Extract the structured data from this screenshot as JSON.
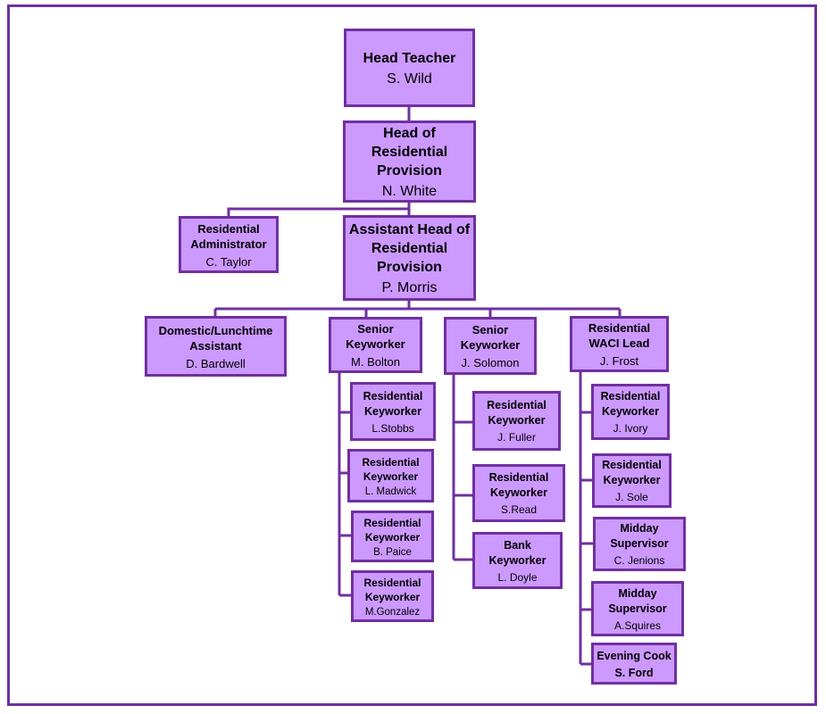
{
  "colors": {
    "box_fill": "#cc99ff",
    "box_border": "#7030a0",
    "connector": "#7030a0",
    "frame": "#7030a0"
  },
  "nodes": {
    "head_teacher": {
      "title": "Head Teacher",
      "name": "S. Wild"
    },
    "head_residential": {
      "title": "Head of Residential Provision",
      "name": "N. White"
    },
    "residential_admin": {
      "title": "Residential Administrator",
      "name": "C. Taylor"
    },
    "assistant_head": {
      "title": "Assistant Head of Residential Provision",
      "name": "P. Morris"
    },
    "domestic_assistant": {
      "title": "Domestic/Lunchtime Assistant",
      "name": "D. Bardwell"
    },
    "senior_keyworker_bolton": {
      "title": "Senior Keyworker",
      "name": "M. Bolton"
    },
    "senior_keyworker_solomon": {
      "title": "Senior Keyworker",
      "name": "J. Solomon"
    },
    "waci_lead": {
      "title": "Residential WACI Lead",
      "name": "J. Frost"
    },
    "kw_stobbs": {
      "title": "Residential Keyworker",
      "name": "L.Stobbs"
    },
    "kw_madwick": {
      "title": "Residential Keyworker",
      "name": "L. Madwick"
    },
    "kw_paice": {
      "title": "Residential Keyworker",
      "name": "B. Paice"
    },
    "kw_gonzalez": {
      "title": "Residential Keyworker",
      "name": "M.Gonzalez"
    },
    "kw_fuller": {
      "title": "Residential Keyworker",
      "name": "J. Fuller"
    },
    "kw_read": {
      "title": "Residential Keyworker",
      "name": "S.Read"
    },
    "bank_doyle": {
      "title": "Bank Keyworker",
      "name": "L. Doyle"
    },
    "kw_ivory": {
      "title": "Residential Keyworker",
      "name": "J. Ivory"
    },
    "kw_sole": {
      "title": "Residential Keyworker",
      "name": "J. Sole"
    },
    "midday_jenions": {
      "title": "Midday Supervisor",
      "name": "C. Jenions"
    },
    "midday_squires": {
      "title": "Midday Supervisor",
      "name": "A.Squires"
    },
    "evening_cook": {
      "title": "Evening Cook",
      "name": "S. Ford"
    }
  }
}
